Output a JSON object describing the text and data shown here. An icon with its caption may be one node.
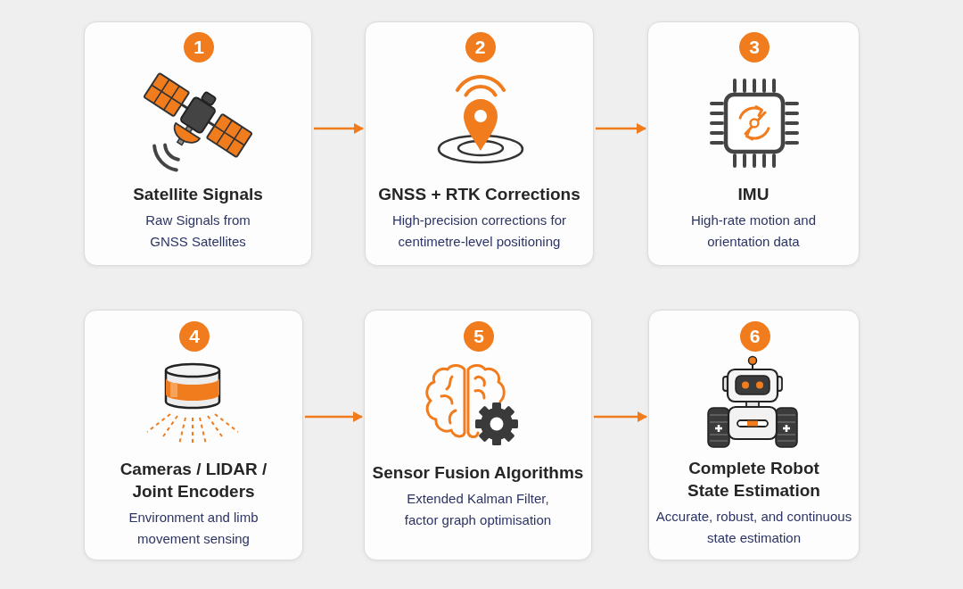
{
  "diagram": {
    "nodes": [
      {
        "text": [
          "1",
          "Satellite Signals",
          "Raw Signals from GNSS Satellites"
        ]
      },
      {
        "text": [
          "2",
          "GNSS + RTK Corrections",
          "High-precision corrections for centimetre-level positioning"
        ]
      },
      {
        "text": [
          "3",
          "IMU",
          "High-rate motion and orientation data"
        ]
      },
      {
        "text": [
          "4",
          "Cameras / LIDAR / Joint Encoders",
          "Environment and limb movement sensing"
        ]
      },
      {
        "text": [
          "5",
          "Sensor Fusion Algorithms",
          "Extended Kalman Filter, factor graph optimisation"
        ]
      },
      {
        "text": [
          "6",
          "Complete Robot State Estimation",
          "Accurate, robust, and continuous state estimation"
        ]
      }
    ],
    "edges": [
      {
        "from": 0,
        "to": 1,
        "arrow": "to"
      },
      {
        "from": 1,
        "to": 2,
        "arrow": "to"
      },
      {
        "from": 3,
        "to": 4,
        "arrow": "to"
      },
      {
        "from": 4,
        "to": 5,
        "arrow": "to"
      }
    ]
  }
}
